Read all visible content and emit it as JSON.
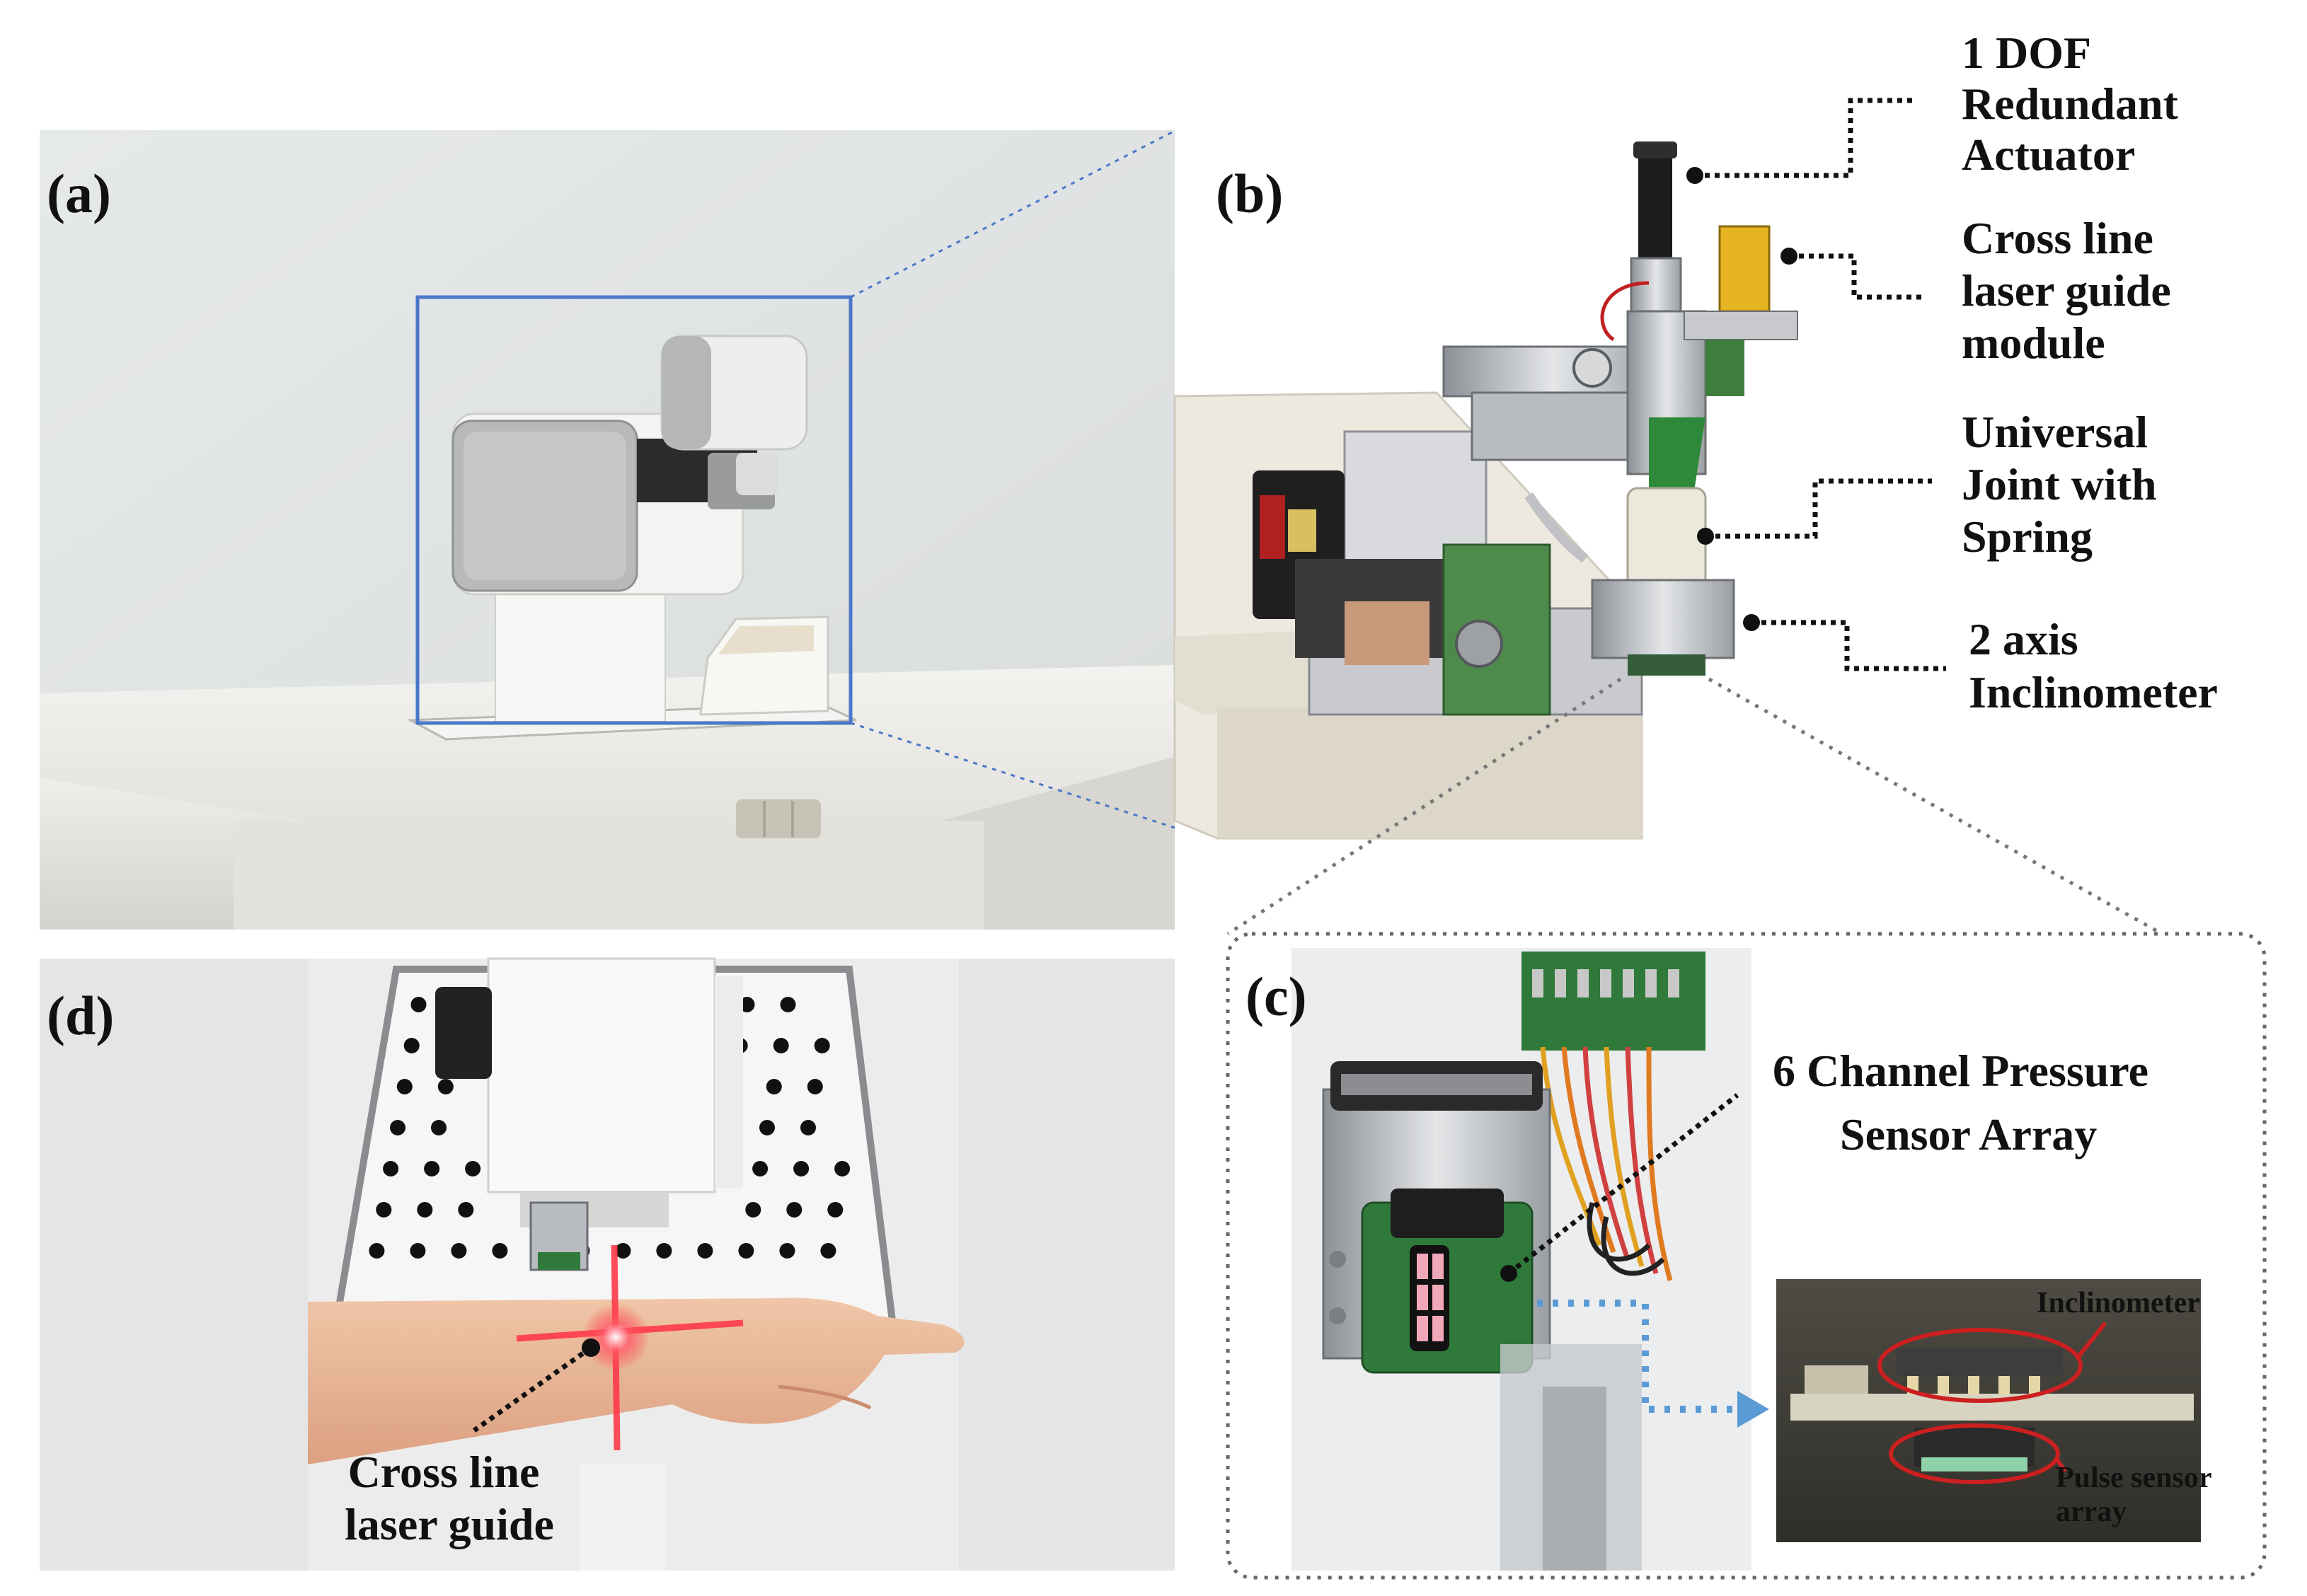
{
  "panels": {
    "a": {
      "label": "(a)"
    },
    "b": {
      "label": "(b)",
      "callouts": {
        "actuator": [
          "1 DOF",
          "Redundant",
          "Actuator"
        ],
        "laser_module": [
          "Cross line",
          "laser guide",
          "module"
        ],
        "joint": [
          "Universal",
          "Joint with",
          "Spring"
        ],
        "inclinometer": [
          "2 axis",
          "Inclinometer"
        ]
      }
    },
    "c": {
      "label": "(c)",
      "callouts": {
        "pressure_array": [
          "6 Channel Pressure",
          "Sensor Array"
        ],
        "inset_inclinometer": [
          "Inclinometer"
        ],
        "inset_pulse": [
          "Pulse sensor",
          "array"
        ]
      }
    },
    "d": {
      "label": "(d)",
      "callouts": {
        "laser_guide": [
          "Cross line",
          "laser guide"
        ]
      }
    }
  },
  "colors": {
    "zoom_box": "#4a78c8",
    "callout_line": "#111111",
    "inset_arrow": "#5b9bd5",
    "inset_ellipse": "#cc2020",
    "laser": "#ff3a4a"
  }
}
